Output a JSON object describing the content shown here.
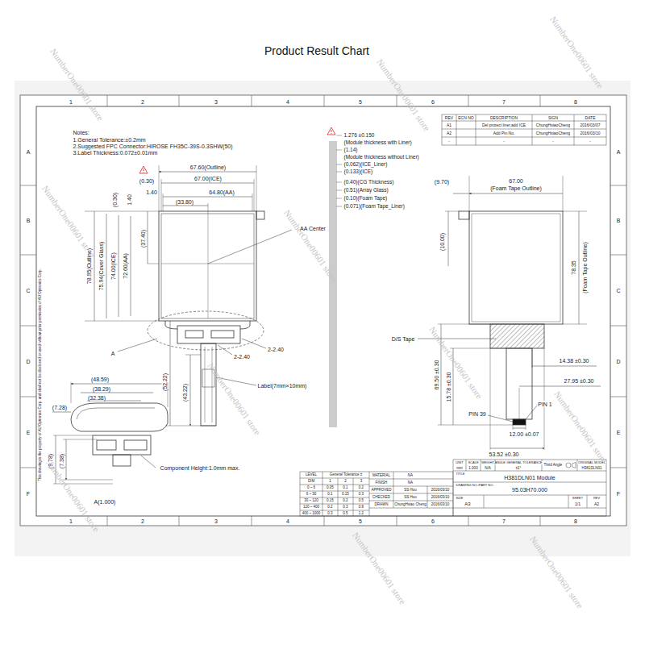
{
  "diagram": {
    "title": "Product Result Chart",
    "labels": [
      "NumberOne00601 store",
      "NumberOne00601 store",
      "NumberOne00601 store",
      "NumberOne00601 store",
      "NumberOne00601 store",
      "NumberOne00601 store",
      "NumberOne00601 store",
      "NumberOne00601 store",
      "NumberOne00601 store",
      "NumberOne00601 store",
      "NumberOne00601 store",
      "1",
      "2",
      "3",
      "4",
      "5",
      "6",
      "7",
      "8",
      "1",
      "2",
      "3",
      "4",
      "5",
      "6",
      "7",
      "8",
      "A",
      "B",
      "C",
      "D",
      "E",
      "F",
      "A",
      "B",
      "C",
      "D",
      "E",
      "F",
      "Notes:",
      "1.General Tolerance:±0.2mm",
      "2.Suggested FPC Connector:HIROSE FH35C-39S-0.3SHW(50)",
      "3.Label Thickness:0.072±0.01mm",
      "67.60(Outline)",
      "67.00(ICE)",
      "(0.30)",
      "1.40",
      "64.80(AA)",
      "(33.80)",
      "(0.30)",
      "1.40",
      "(37.40)",
      "78.95(Outline)",
      "75.94(Cover Glass)",
      "74.00(ICE)",
      "72.60(AA)",
      "AA Center",
      "A",
      "2-2.40",
      "2-2.40",
      "Label(7mm×10mm)",
      "(52.22)",
      "(43.22)",
      "(48.59)",
      "(38.29)",
      "(32.38)",
      "(7.28)",
      "(9.78)",
      "(7.38)",
      "Component Height:1.0mm max.",
      "A(1.000)",
      "1.276 ±0.150",
      "(Module thickness with Liner)",
      "(1.14)",
      "(Module thickness without Liner)",
      "(0.062)(ICE_Liner)",
      "(0.133)(ICE)",
      "(0.40)(CG Thickness)",
      "(0.51)(Array Glass)",
      "(0.10)(Foam Tape)",
      "(0.071)(Foam Tape_Liner)",
      "(9.70)",
      "67.00",
      "(Foam Tape Outline)",
      "(10.00)",
      "78.35",
      "(Foam Tape Outline)",
      "D/S Tape",
      "14.38 ±0.30",
      "27.95 ±0.30",
      "69.50 ±0.30",
      "15.78 ±0.30",
      "PIN 39",
      "PIN 1",
      "12.00 ±0.07",
      "53.52 ±0.30",
      "REV",
      "ECN NO",
      "DESCRIPTION",
      "SIGN",
      "DATE",
      "A1",
      "Del protect liner,add ICE",
      "ChungHsiaoCheng",
      "2016/03/07",
      "A2",
      "Add Pin No.",
      "ChungHsiaoCheng",
      "2016/03/10",
      "-",
      "-",
      "-",
      "-",
      "LEVEL",
      "General Tolerance ±",
      "DIM",
      "1",
      "2",
      "3",
      "0 ~ 6",
      "0.05",
      "0.1",
      "0.2",
      "6 ~ 30",
      "0.1",
      "0.15",
      "0.3",
      "30 ~ 120",
      "0.15",
      "0.2",
      "0.5",
      "120 ~ 400",
      "0.2",
      "0.3",
      "0.8",
      "400 ~ 1000",
      "0.3",
      "0.5",
      "1.2",
      "MATERIAL",
      "NA",
      "FINISH",
      "NA",
      "APPROVED",
      "SS Hou",
      "2016/03/10",
      "CHECKED",
      "SS Hou",
      "2016/03/10",
      "DRAWN",
      "ChungHsiao Cheng",
      "2016/03/10",
      "UNIT",
      "mm",
      "SCALE",
      "1.000",
      "WEIGHT",
      "N/A",
      "ANGLE GENERAL TOLERANCE",
      "±1°",
      "Third Angle",
      "ORIGINAL MODEL",
      "H381DLN01",
      "TITLE",
      "H381DLN01 Module",
      "DRAWING NO./PART NO.",
      "95.03H70.000",
      "SIZE",
      "A3",
      "SHEET",
      "1/1",
      "REV",
      "A2",
      "This drawing is the property of AU Optronics Corp. and shall not be disclosed or used without prior permission of AU Optronics Corp."
    ]
  }
}
